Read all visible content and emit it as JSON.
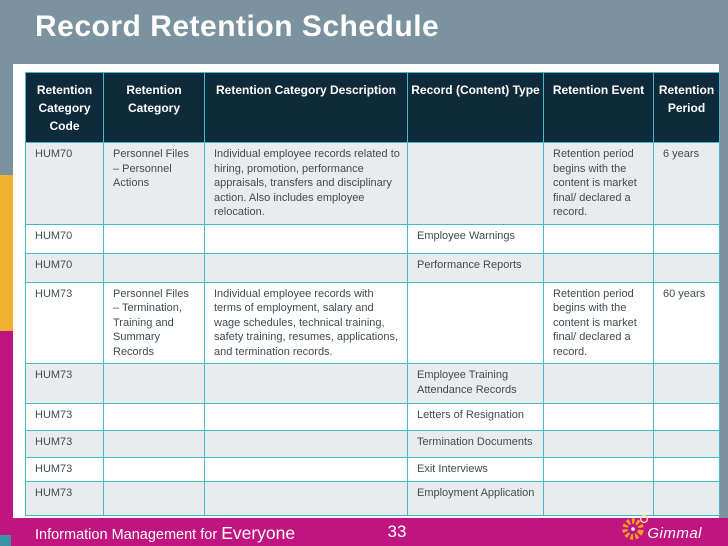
{
  "title": "Record Retention Schedule",
  "colors": {
    "slide-bg": "#7B929F",
    "header-bg": "#0F2B3B",
    "table-border": "#45B8CC",
    "row-alt": "#E9ECED",
    "cell-text": "#404B52",
    "stripe-yellow": "#F0B22E",
    "stripe-magenta": "#C01480",
    "corner-teal": "#3E91A4",
    "footer-bg": "#C01480"
  },
  "table": {
    "headers": [
      "Retention Category Code",
      "Retention Category",
      "Retention Category Description",
      "Record (Content) Type",
      "Retention Event",
      "Retention Period"
    ],
    "rows": [
      [
        "HUM70",
        "Personnel Files – Personnel Actions",
        "Individual employee records related to hiring, promotion, performance appraisals, transfers and disciplinary action.  Also includes employee relocation.",
        "",
        "Retention period begins with the content is market final/ declared a record.",
        "6 years"
      ],
      [
        "HUM70",
        "",
        "",
        "Employee Warnings",
        "",
        ""
      ],
      [
        "HUM70",
        "",
        "",
        "Performance Reports",
        "",
        ""
      ],
      [
        "HUM73",
        "Personnel Files – Termination, Training and Summary Records",
        "Individual employee records with terms of employment, salary and wage schedules, technical training, safety training, resumes, applications, and termination records.",
        "",
        "Retention period begins with the content is market final/ declared a record.",
        "60 years"
      ],
      [
        "HUM73",
        "",
        "",
        "Employee Training Attendance Records",
        "",
        ""
      ],
      [
        "HUM73",
        "",
        "",
        "Letters of Resignation",
        "",
        ""
      ],
      [
        "HUM73",
        "",
        "",
        "Termination Documents",
        "",
        ""
      ],
      [
        "HUM73",
        "",
        "",
        "Exit Interviews",
        "",
        ""
      ],
      [
        "HUM73",
        "",
        "",
        "Employment Application",
        "",
        ""
      ]
    ]
  },
  "footer": {
    "tagline_normal": "Information Management for ",
    "tagline_emphasis": "Everyone",
    "page_number": "33",
    "logo_text": "Gimmal"
  }
}
